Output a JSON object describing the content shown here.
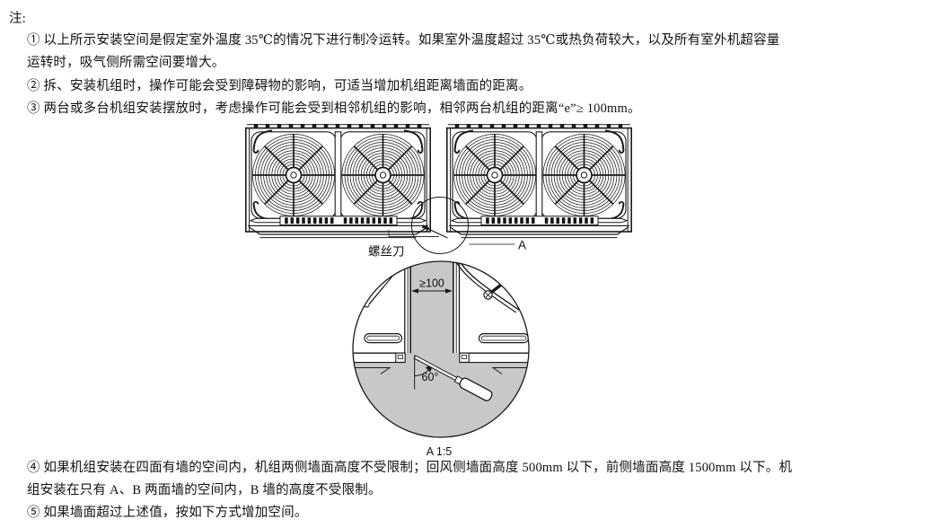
{
  "notes": {
    "label": "注:",
    "top": [
      "① 以上所示安装空间是假定室外温度 35℃的情况下进行制冷运转。如果室外温度超过 35℃或热负荷较大，以及所有室外机超容量",
      "运转时，吸气侧所需空间要增大。",
      "② 拆、安装机组时，操作可能会受到障碍物的影响，可适当增加机组距离墙面的距离。",
      "③ 两台或多台机组安装摆放时，考虑操作可能会受到相邻机组的影响，相邻两台机组的距离“e”≥ 100mm。"
    ],
    "bottom": [
      "④ 如果机组安装在四面有墙的空间内，机组两侧墙面高度不受限制；回风侧墙面高度 500mm 以下，前侧墙面高度 1500mm 以下。机",
      "组安装在只有 A、B 两面墙的空间内，B 墙的高度不受限制。",
      "⑤ 如果墙面超过上述值，按如下方式增加空间。"
    ]
  },
  "diagram": {
    "screwdriver_label": "螺丝刀",
    "detail_ref_label": "A",
    "gap_dimension": "≥100",
    "angle_label": "60°",
    "view_label": "A 1:5",
    "colors": {
      "line": "#1a1a1a",
      "shade": "#c8c8c8",
      "leader": "#555555"
    }
  }
}
